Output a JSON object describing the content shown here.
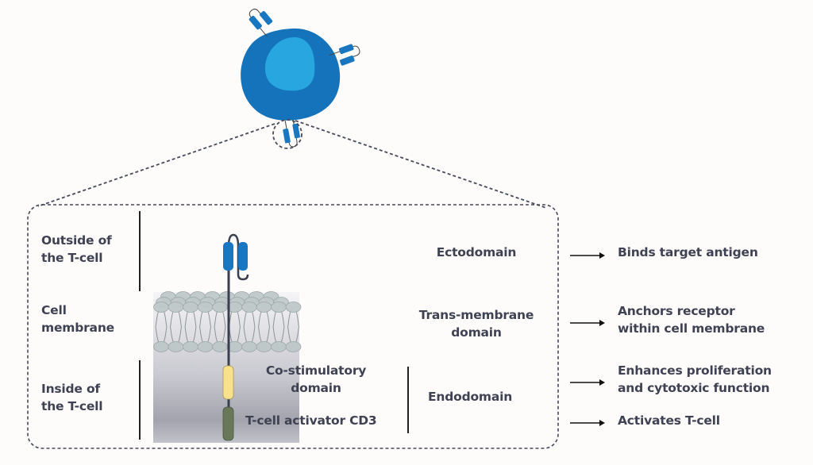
{
  "title": "CAR T-cell receptor structure",
  "colors": {
    "cell_outer": "#1573bb",
    "cell_inner": "#27a6df",
    "receptor_blue": "#1976c0",
    "costim_yellow": "#f9e08c",
    "cd3_green": "#687858",
    "lipid_head": "#bfc8c8",
    "text": "#3f4252",
    "dash": "#474b5a"
  },
  "regions": {
    "outside": "Outside of the T-cell",
    "outside_l1": "Outside of",
    "outside_l2": "the T-cell",
    "membrane_l1": "Cell",
    "membrane_l2": "membrane",
    "inside_l1": "Inside of",
    "inside_l2": "the T-cell"
  },
  "domains": {
    "costim_l1": "Co-stimulatory",
    "costim_l2": "domain",
    "cd3": "T-cell activator CD3",
    "ecto": "Ectodomain",
    "tm_l1": "Trans-membrane",
    "tm_l2": "domain",
    "endo": "Endodomain"
  },
  "functions": {
    "binds": "Binds target antigen",
    "anchors_l1": "Anchors receptor",
    "anchors_l2": "within cell membrane",
    "enhances_l1": "Enhances proliferation",
    "enhances_l2": "and cytotoxic function",
    "activates": "Activates T-cell"
  }
}
